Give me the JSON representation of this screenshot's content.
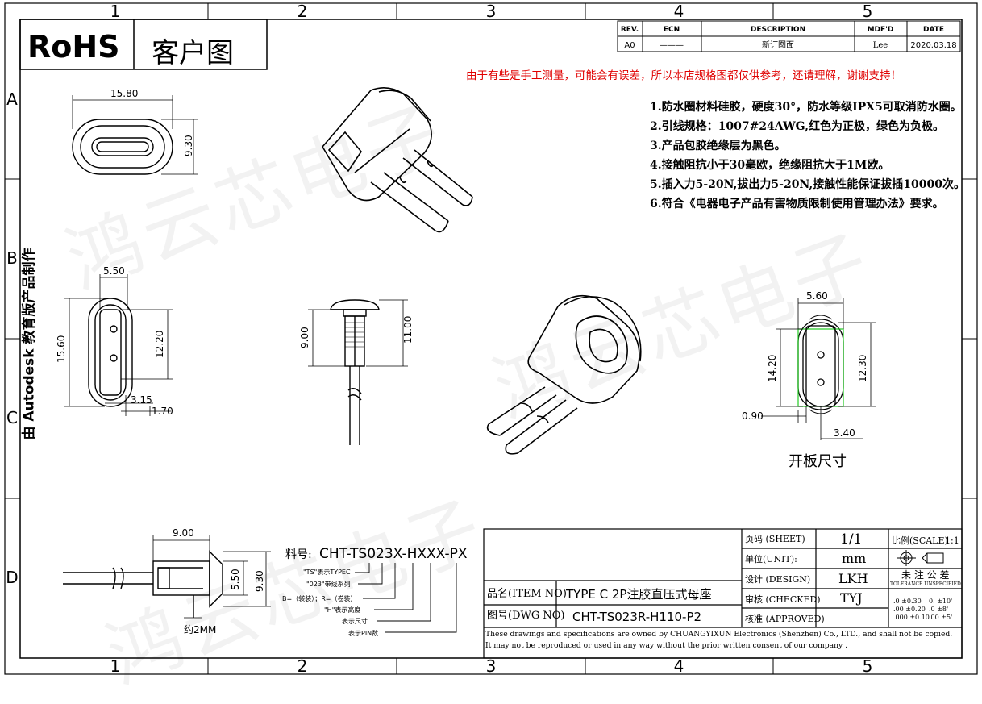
{
  "grid": {
    "cols": [
      "1",
      "2",
      "3",
      "4",
      "5"
    ],
    "rows": [
      "A",
      "B",
      "C",
      "D"
    ]
  },
  "header": {
    "rohs": "RoHS",
    "doc_type": "客户图"
  },
  "revision_table": {
    "headers": [
      "REV.",
      "ECN",
      "DESCRIPTION",
      "MDF'D",
      "DATE"
    ],
    "row": {
      "rev": "A0",
      "ecn": "———",
      "description": "新订图面",
      "mdfd": "Lee",
      "date": "2020.03.18"
    }
  },
  "warning": "由于有些是手工测量，可能会有误差，所以本店规格图都仅供参考，还请理解，谢谢支持！",
  "notes": [
    "1.防水圈材料硅胶，硬度30°，防水等级IPX5可取消防水圈。",
    "2.引线规格：1007#24AWG,红色为正极，绿色为负极。",
    "3.产品包胶绝缘层为黑色。",
    "4.接触阻抗小于30毫欧，绝缘阻抗大于1M欧。",
    "5.插入力5-20N,拔出力5-20N,接触性能保证拔插10000次。",
    "6.符合《电器电子产品有害物质限制使用管理办法》要求。"
  ],
  "watermark": "鸿云芯电子",
  "side_text": "由 Autodesk 教育版产品制作",
  "dims": {
    "top_w": "15.80",
    "top_h": "9.30",
    "front_w": "5.50",
    "front_h": "15.60",
    "front_inner": "12.20",
    "front_a": "3.15",
    "front_b": "1.70",
    "side_h": "9.00",
    "side_total": "11.00",
    "cut_w": "5.60",
    "cut_h": "14.20",
    "cut_inner": "12.30",
    "cut_a": "0.90",
    "cut_b": "3.40",
    "cut_label": "开板尺寸",
    "bot_w": "9.00",
    "bot_a": "5.50",
    "bot_b": "9.30",
    "bot_note": "约2MM"
  },
  "part_code": {
    "label": "料号:",
    "code": "CHT-TS023X-HXXX-PX",
    "legend": [
      "\"TS\"表示TYPEC",
      "\"023\"带线系列",
      "B=（袋装）；R=（卷装）",
      "\"H\"表示高度",
      "表示尺寸",
      "表示PIN数"
    ]
  },
  "title_block": {
    "sheet_label": "页码 (SHEET)",
    "sheet_val": "1/1",
    "scale_label": "比例(SCALE)",
    "scale_val": "1:1",
    "unit_label": "单位(UNIT):",
    "unit_val": "mm",
    "design_label": "设计 (DESIGN)",
    "design_val": "LKH",
    "checked_label": "审核 (CHECKED)",
    "checked_val": "TYJ",
    "approved_label": "核准 (APPROVED)",
    "item_label": "品名(ITEM NO)",
    "item_val": "TYPE C 2P注胶直压式母座",
    "dwg_label": "图号(DWG NO)",
    "dwg_val": "CHT-TS023R-H110-P2",
    "tol_title": "未 注 公 差",
    "tol_sub": "TOLERANCE UNSPECIFIED",
    "tol_rows": [
      [
        ".0 ±0.30",
        "0. ±10'"
      ],
      [
        ".00 ±0.20",
        ".0 ±8'"
      ],
      [
        ".000 ±0.10",
        ".00 ±5'"
      ]
    ],
    "footer": "These drawings and specifications are owned by CHUANGYIXUN Electronics (Shenzhen) Co., LTD., and shall not be copied. It may not be reproduced or used in any way without the prior written consent of our company ."
  },
  "colors": {
    "warning": "#e00000",
    "line": "#000000",
    "cut_highlight": "#22cc22"
  }
}
